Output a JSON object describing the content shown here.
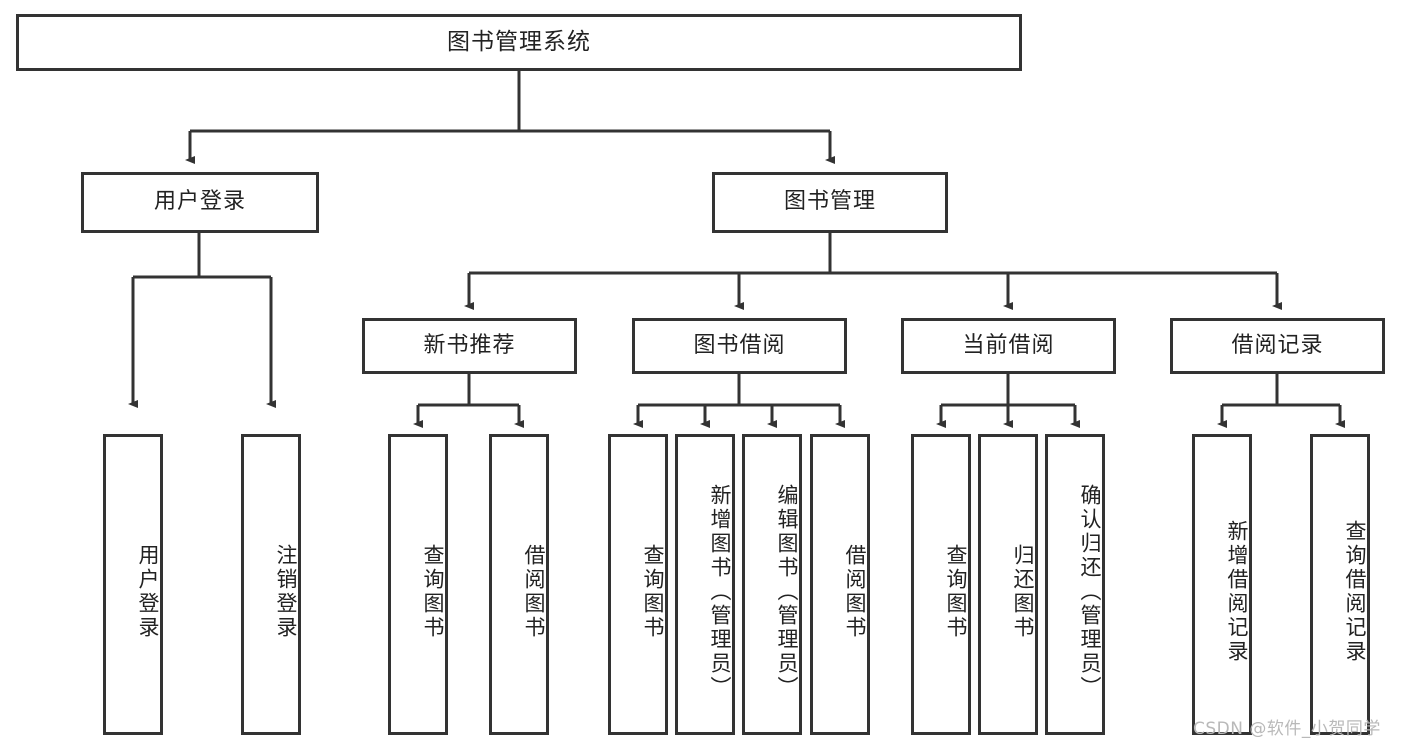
{
  "diagram": {
    "title": "图书管理系统",
    "type": "tree-hierarchy-chart",
    "watermark": "CSDN @软件_小贺同学",
    "colors": {
      "border": "#333333",
      "background": "#ffffff",
      "text": "#222222",
      "watermark": "#b9b9b9"
    },
    "nodes": {
      "root": {
        "label": "图书管理系统"
      },
      "level1": [
        {
          "label": "用户登录"
        },
        {
          "label": "图书管理"
        }
      ],
      "level2": [
        {
          "label": "新书推荐"
        },
        {
          "label": "图书借阅"
        },
        {
          "label": "当前借阅"
        },
        {
          "label": "借阅记录"
        }
      ],
      "leaves": {
        "user_login": [
          {
            "label": "用户登录"
          },
          {
            "label": "注销登录"
          }
        ],
        "new_book_recommend": [
          {
            "label": "查询图书"
          },
          {
            "label": "借阅图书"
          }
        ],
        "book_borrow": [
          {
            "label": "查询图书"
          },
          {
            "label": "新增图书（管理员）"
          },
          {
            "label": "编辑图书（管理员）"
          },
          {
            "label": "借阅图书"
          }
        ],
        "current_borrow": [
          {
            "label": "查询图书"
          },
          {
            "label": "归还图书"
          },
          {
            "label": "确认归还（管理员）"
          }
        ],
        "borrow_record": [
          {
            "label": "新增借阅记录"
          },
          {
            "label": "查询借阅记录"
          }
        ]
      }
    }
  }
}
